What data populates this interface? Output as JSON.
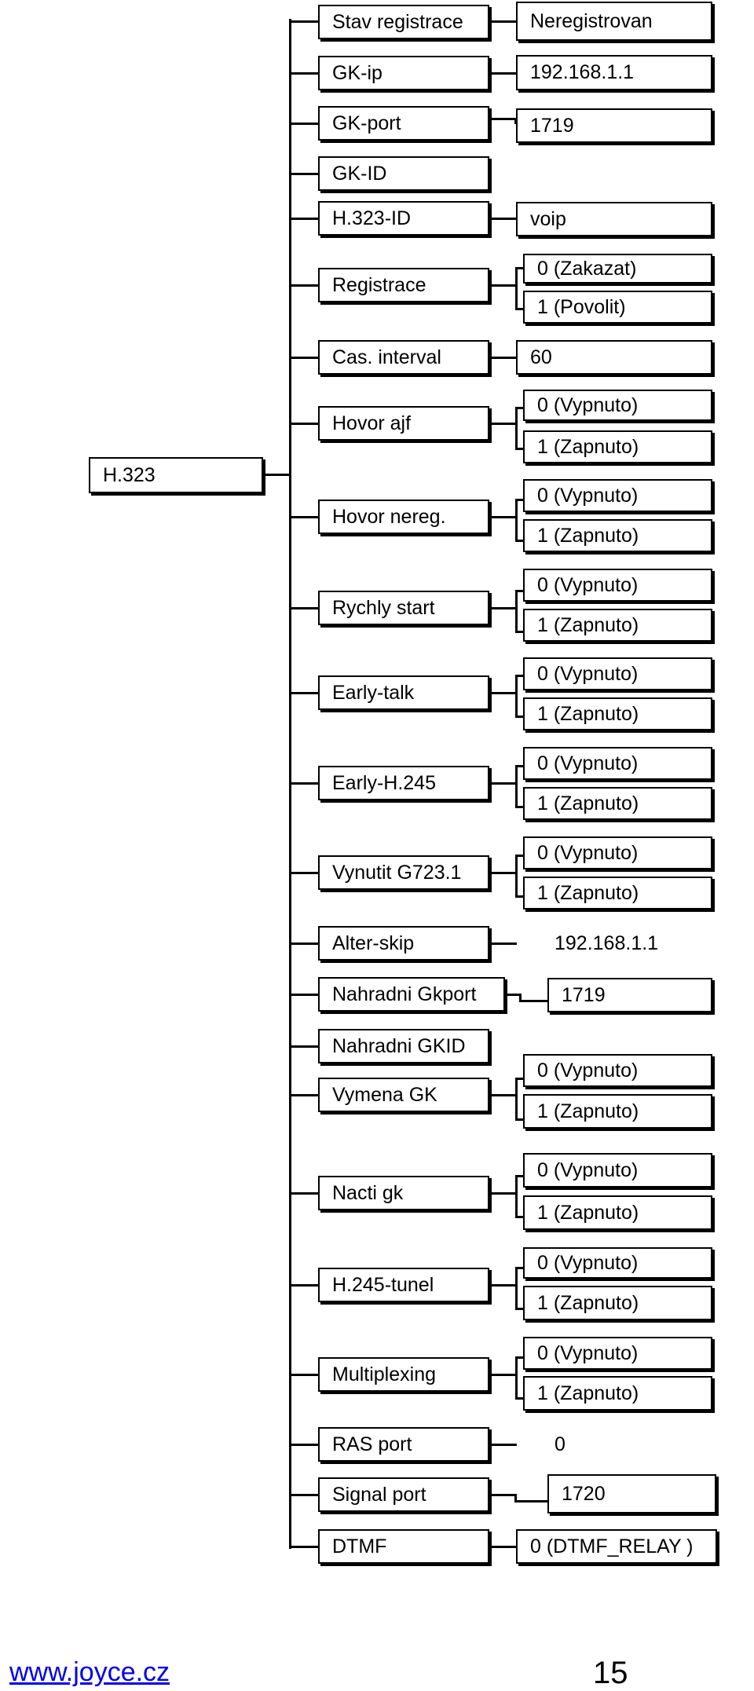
{
  "root": "H.323",
  "rows": [
    {
      "label": "Stav registrace",
      "values": [
        "Neregistrovan"
      ]
    },
    {
      "label": "GK-ip",
      "values": [
        "192.168.1.1"
      ]
    },
    {
      "label": "GK-port",
      "values": [
        "1719"
      ]
    },
    {
      "label": "GK-ID",
      "values": []
    },
    {
      "label": "H.323-ID",
      "values": [
        "voip"
      ]
    },
    {
      "label": "Registrace",
      "values": [
        "0 (Zakazat)",
        "1 (Povolit)"
      ]
    },
    {
      "label": "Cas. interval",
      "values": [
        "60"
      ]
    },
    {
      "label": "Hovor ajf",
      "values": [
        "0 (Vypnuto)",
        "1 (Zapnuto)"
      ]
    },
    {
      "label": "Hovor nereg.",
      "values": [
        "0 (Vypnuto)",
        "1 (Zapnuto)"
      ]
    },
    {
      "label": "Rychly start",
      "values": [
        "0 (Vypnuto)",
        "1 (Zapnuto)"
      ]
    },
    {
      "label": "Early-talk",
      "values": [
        "0 (Vypnuto)",
        "1 (Zapnuto)"
      ]
    },
    {
      "label": "Early-H.245",
      "values": [
        "0 (Vypnuto)",
        "1 (Zapnuto)"
      ]
    },
    {
      "label": "Vynutit G723.1",
      "values": [
        "0 (Vypnuto)",
        "1 (Zapnuto)"
      ]
    },
    {
      "label": "Alter-skip",
      "values": [
        "192.168.1.1"
      ]
    },
    {
      "label": "Nahradni  Gkport",
      "values": [
        "1719"
      ]
    },
    {
      "label": "Nahradni GKID",
      "values": []
    },
    {
      "label": "Vymena GK",
      "values": [
        "0 (Vypnuto)",
        "1 (Zapnuto)"
      ]
    },
    {
      "label": "Nacti gk",
      "values": [
        "0 (Vypnuto)",
        "1 (Zapnuto)"
      ]
    },
    {
      "label": "H.245-tunel",
      "values": [
        "0 (Vypnuto)",
        "1 (Zapnuto)"
      ]
    },
    {
      "label": "Multiplexing",
      "values": [
        "0 (Vypnuto)",
        "1 (Zapnuto)"
      ]
    },
    {
      "label": "RAS port",
      "values": [
        "0"
      ]
    },
    {
      "label": "Signal port",
      "values": [
        "1720"
      ]
    },
    {
      "label": "DTMF",
      "values": [
        "0 (DTMF_RELAY )"
      ]
    }
  ],
  "footer": {
    "link": "www.joyce.cz",
    "page": "15"
  }
}
